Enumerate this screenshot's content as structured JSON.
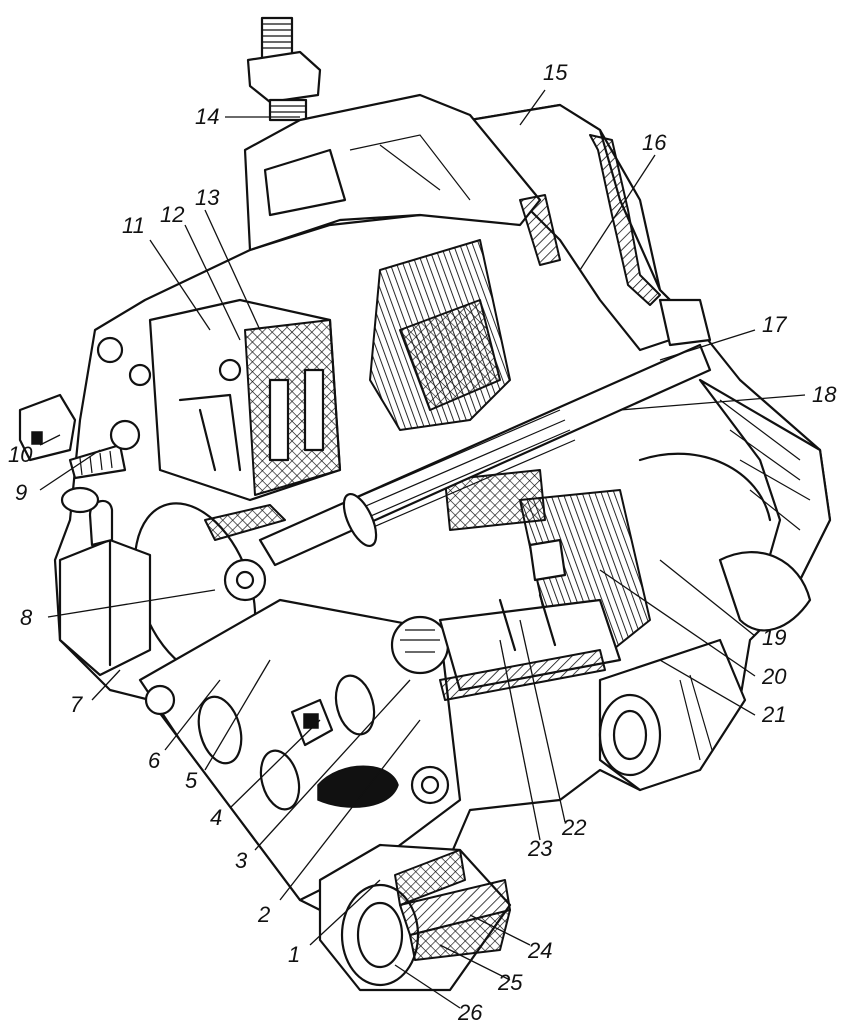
{
  "diagram": {
    "callouts": [
      {
        "id": "1",
        "text": "1"
      },
      {
        "id": "2",
        "text": "2"
      },
      {
        "id": "3",
        "text": "3"
      },
      {
        "id": "4",
        "text": "4"
      },
      {
        "id": "5",
        "text": "5"
      },
      {
        "id": "6",
        "text": "6"
      },
      {
        "id": "7",
        "text": "7"
      },
      {
        "id": "8",
        "text": "8"
      },
      {
        "id": "9",
        "text": "9"
      },
      {
        "id": "10",
        "text": "10"
      },
      {
        "id": "11",
        "text": "11"
      },
      {
        "id": "12",
        "text": "12"
      },
      {
        "id": "13",
        "text": "13"
      },
      {
        "id": "14",
        "text": "14"
      },
      {
        "id": "15",
        "text": "15"
      },
      {
        "id": "16",
        "text": "16"
      },
      {
        "id": "17",
        "text": "17"
      },
      {
        "id": "18",
        "text": "18"
      },
      {
        "id": "19",
        "text": "19"
      },
      {
        "id": "20",
        "text": "20"
      },
      {
        "id": "21",
        "text": "21"
      },
      {
        "id": "22",
        "text": "22"
      },
      {
        "id": "23",
        "text": "23"
      },
      {
        "id": "24",
        "text": "24"
      },
      {
        "id": "25",
        "text": "25"
      },
      {
        "id": "26",
        "text": "26"
      }
    ]
  }
}
